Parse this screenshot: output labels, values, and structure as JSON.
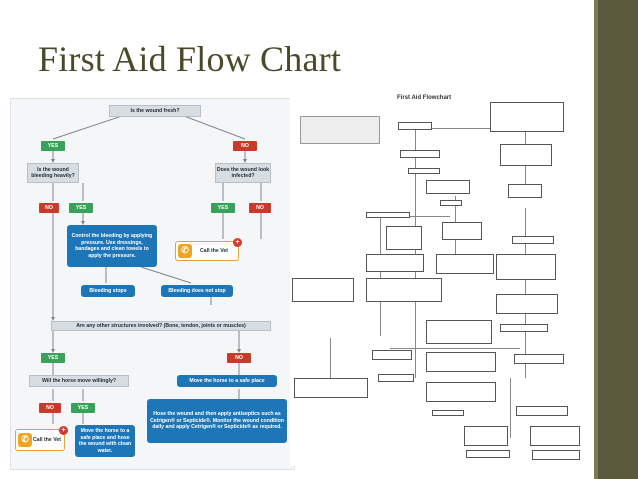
{
  "slide": {
    "title": "First Aid Flow Chart"
  },
  "left_chart": {
    "q_fresh": "Is the wound fresh?",
    "yes": "YES",
    "no": "NO",
    "q_bleeding": "Is the wound bleeding heavily?",
    "q_infected": "Does the wound look infected?",
    "control_bleeding": "Control the bleeding by applying pressure. Use dressings, bandages and clean towels to apply the pressure.",
    "call_vet": "Call the Vet",
    "bleeding_stops": "Bleeding stops",
    "bleeding_not_stop": "Bleeding does not stop",
    "q_structures": "Are any other structures involved? (Bone, tendon, joints or muscles)",
    "q_move": "Will the horse move willingly?",
    "move_safe": "Move the horse to a safe place",
    "hose_text": "Hose the wound and then apply antiseptics such as Cetrigen® or Septicide®. Monitor the wound condition daily and apply Cetrigen® or Septicide® as required.",
    "move_safe_hose": "Move the horse to a safe place and hose the wound with clean water."
  },
  "right_chart": {
    "title": "First Aid Flowchart"
  }
}
